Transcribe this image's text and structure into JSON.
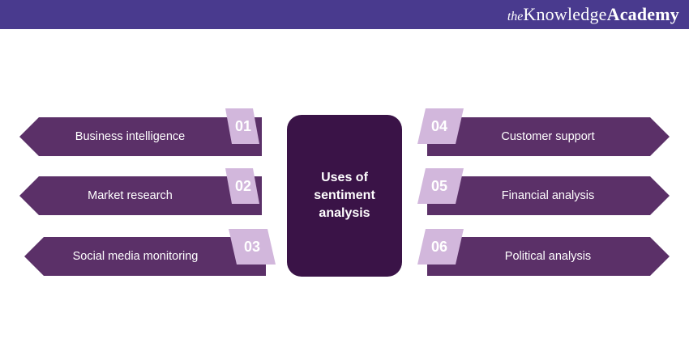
{
  "brand": {
    "the": "the",
    "knowledge": "Knowledge",
    "academy": "Academy"
  },
  "colors": {
    "header": "#493a8e",
    "arrow": "#5b3068",
    "center": "#3a1347",
    "badge": "#d2b7dc"
  },
  "diagram": {
    "center_title": "Uses of sentiment analysis",
    "left_items": [
      {
        "number": "01",
        "label": "Business intelligence"
      },
      {
        "number": "02",
        "label": "Market research"
      },
      {
        "number": "03",
        "label": "Social media monitoring"
      }
    ],
    "right_items": [
      {
        "number": "04",
        "label": "Customer support"
      },
      {
        "number": "05",
        "label": "Financial analysis"
      },
      {
        "number": "06",
        "label": "Political analysis"
      }
    ]
  }
}
